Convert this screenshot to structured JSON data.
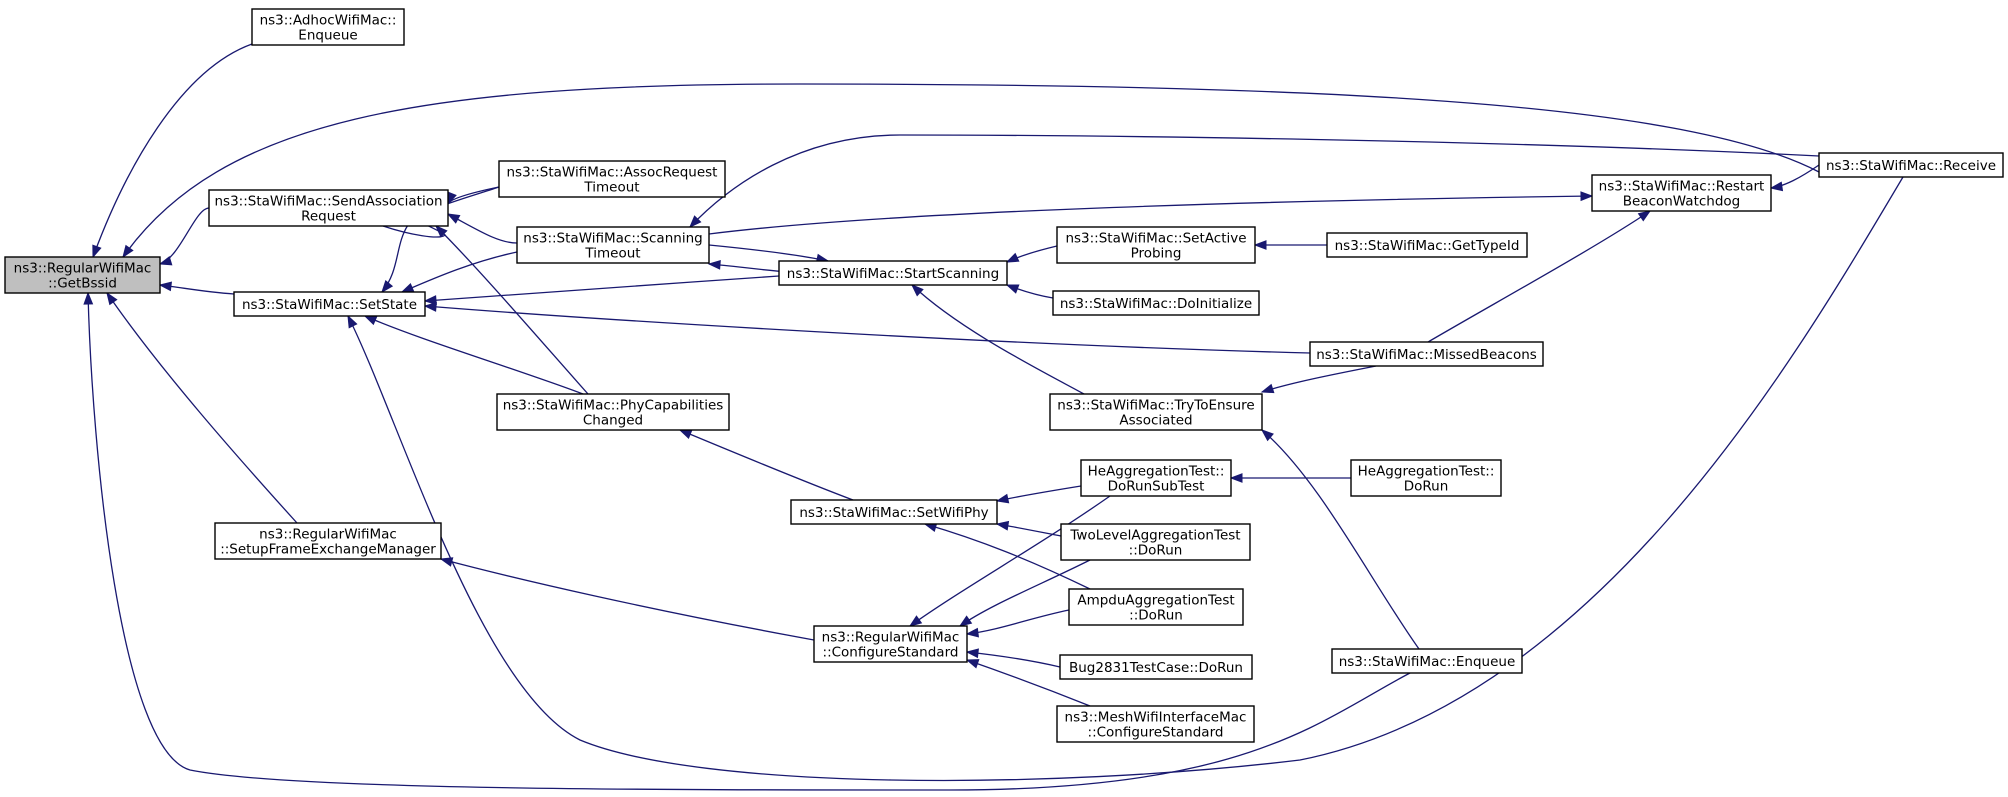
{
  "graph": {
    "colors": {
      "edge": "#191970",
      "node_fill": "#ffffff",
      "root_fill": "#bfbfbf",
      "border": "#000000"
    },
    "nodes": [
      {
        "id": "getbssid",
        "lines": [
          "ns3::RegularWifiMac",
          "::GetBssid"
        ],
        "root": true
      },
      {
        "id": "adhoc-enqueue",
        "lines": [
          "ns3::AdhocWifiMac::",
          "Enqueue"
        ]
      },
      {
        "id": "send-assoc",
        "lines": [
          "ns3::StaWifiMac::SendAssociation",
          "Request"
        ]
      },
      {
        "id": "setstate",
        "lines": [
          "ns3::StaWifiMac::SetState"
        ]
      },
      {
        "id": "setup-fem",
        "lines": [
          "ns3::RegularWifiMac",
          "::SetupFrameExchangeManager"
        ]
      },
      {
        "id": "assoc-timeout",
        "lines": [
          "ns3::StaWifiMac::AssocRequest",
          "Timeout"
        ]
      },
      {
        "id": "scan-timeout",
        "lines": [
          "ns3::StaWifiMac::Scanning",
          "Timeout"
        ]
      },
      {
        "id": "phycap",
        "lines": [
          "ns3::StaWifiMac::PhyCapabilities",
          "Changed"
        ]
      },
      {
        "id": "startscan",
        "lines": [
          "ns3::StaWifiMac::StartScanning"
        ]
      },
      {
        "id": "setwifiphy",
        "lines": [
          "ns3::StaWifiMac::SetWifiPhy"
        ]
      },
      {
        "id": "configstd",
        "lines": [
          "ns3::RegularWifiMac",
          "::ConfigureStandard"
        ]
      },
      {
        "id": "setactive",
        "lines": [
          "ns3::StaWifiMac::SetActive",
          "Probing"
        ]
      },
      {
        "id": "doinit",
        "lines": [
          "ns3::StaWifiMac::DoInitialize"
        ]
      },
      {
        "id": "trytoensure",
        "lines": [
          "ns3::StaWifiMac::TryToEnsure",
          "Associated"
        ]
      },
      {
        "id": "he-subtest",
        "lines": [
          "HeAggregationTest::",
          "DoRunSubTest"
        ]
      },
      {
        "id": "twolevel",
        "lines": [
          "TwoLevelAggregationTest",
          "::DoRun"
        ]
      },
      {
        "id": "ampdu",
        "lines": [
          "AmpduAggregationTest",
          "::DoRun"
        ]
      },
      {
        "id": "bug2831",
        "lines": [
          "Bug2831TestCase::DoRun"
        ]
      },
      {
        "id": "mesh-config",
        "lines": [
          "ns3::MeshWifiInterfaceMac",
          "::ConfigureStandard"
        ]
      },
      {
        "id": "gettypeid",
        "lines": [
          "ns3::StaWifiMac::GetTypeId"
        ]
      },
      {
        "id": "restart-bw",
        "lines": [
          "ns3::StaWifiMac::Restart",
          "BeaconWatchdog"
        ]
      },
      {
        "id": "missed",
        "lines": [
          "ns3::StaWifiMac::MissedBeacons"
        ]
      },
      {
        "id": "he-dorun",
        "lines": [
          "HeAggregationTest::",
          "DoRun"
        ]
      },
      {
        "id": "sta-enqueue",
        "lines": [
          "ns3::StaWifiMac::Enqueue"
        ]
      },
      {
        "id": "receive",
        "lines": [
          "ns3::StaWifiMac::Receive"
        ]
      }
    ],
    "edges": [
      {
        "from": "adhoc-enqueue",
        "to": "getbssid"
      },
      {
        "from": "receive",
        "to": "getbssid"
      },
      {
        "from": "send-assoc",
        "to": "getbssid"
      },
      {
        "from": "setstate",
        "to": "getbssid"
      },
      {
        "from": "setup-fem",
        "to": "getbssid"
      },
      {
        "from": "sta-enqueue",
        "to": "getbssid"
      },
      {
        "from": "assoc-timeout",
        "to": "send-assoc"
      },
      {
        "from": "scan-timeout",
        "to": "send-assoc"
      },
      {
        "from": "phycap",
        "to": "send-assoc"
      },
      {
        "from": "send-assoc",
        "to": "setstate"
      },
      {
        "from": "assoc-timeout",
        "to": "setstate"
      },
      {
        "from": "scan-timeout",
        "to": "setstate"
      },
      {
        "from": "startscan",
        "to": "setstate"
      },
      {
        "from": "missed",
        "to": "setstate"
      },
      {
        "from": "phycap",
        "to": "setstate"
      },
      {
        "from": "receive",
        "to": "setstate"
      },
      {
        "from": "receive",
        "to": "scan-timeout"
      },
      {
        "from": "startscan",
        "to": "scan-timeout"
      },
      {
        "from": "scan-timeout",
        "to": "startscan"
      },
      {
        "from": "scan-timeout",
        "to": "restart-bw"
      },
      {
        "from": "setactive",
        "to": "startscan"
      },
      {
        "from": "doinit",
        "to": "startscan"
      },
      {
        "from": "trytoensure",
        "to": "startscan"
      },
      {
        "from": "gettypeid",
        "to": "setactive"
      },
      {
        "from": "receive",
        "to": "restart-bw"
      },
      {
        "from": "missed",
        "to": "restart-bw"
      },
      {
        "from": "missed",
        "to": "trytoensure"
      },
      {
        "from": "sta-enqueue",
        "to": "trytoensure"
      },
      {
        "from": "setwifiphy",
        "to": "phycap"
      },
      {
        "from": "he-subtest",
        "to": "setwifiphy"
      },
      {
        "from": "twolevel",
        "to": "setwifiphy"
      },
      {
        "from": "ampdu",
        "to": "setwifiphy"
      },
      {
        "from": "he-dorun",
        "to": "he-subtest"
      },
      {
        "from": "configstd",
        "to": "setup-fem"
      },
      {
        "from": "he-subtest",
        "to": "configstd"
      },
      {
        "from": "twolevel",
        "to": "configstd"
      },
      {
        "from": "ampdu",
        "to": "configstd"
      },
      {
        "from": "bug2831",
        "to": "configstd"
      },
      {
        "from": "mesh-config",
        "to": "configstd"
      }
    ]
  }
}
